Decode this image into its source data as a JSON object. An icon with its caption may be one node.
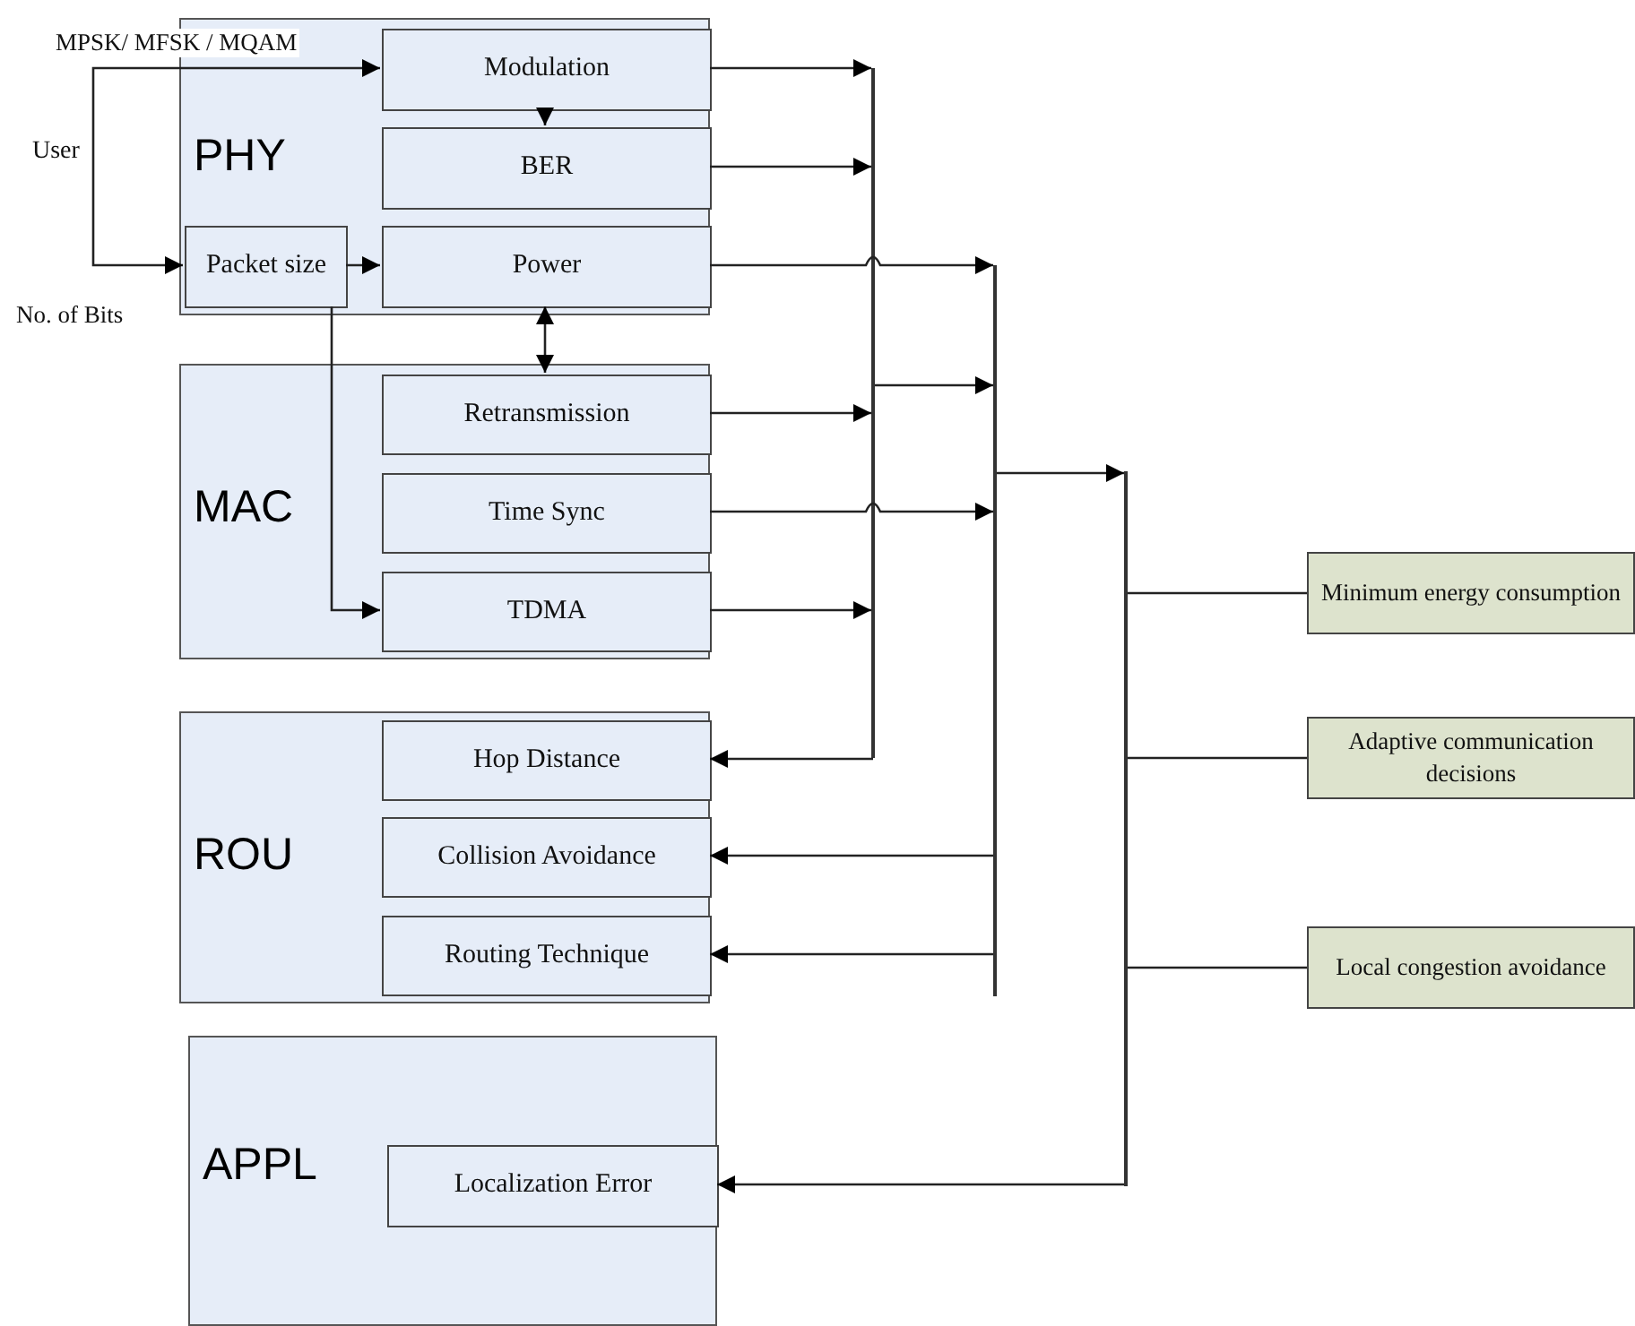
{
  "diagram": {
    "nodes": [
      {
        "text": [
          "PHY"
        ]
      },
      {
        "text": [
          "Modulation"
        ],
        "in": 0
      },
      {
        "text": [
          "BER"
        ],
        "in": 0
      },
      {
        "text": [
          "Packet size"
        ],
        "in": 0
      },
      {
        "text": [
          "Power"
        ],
        "in": 0
      },
      {
        "text": [
          "MAC"
        ]
      },
      {
        "text": [
          "Retransmission"
        ],
        "in": 5
      },
      {
        "text": [
          "Time Sync"
        ],
        "in": 5
      },
      {
        "text": [
          "TDMA"
        ],
        "in": 5
      },
      {
        "text": [
          "ROU"
        ]
      },
      {
        "text": [
          "Hop Distance"
        ],
        "in": 9
      },
      {
        "text": [
          "Collision Avoidance"
        ],
        "in": 9
      },
      {
        "text": [
          "Routing Technique"
        ],
        "in": 9
      },
      {
        "text": [
          "APPL"
        ]
      },
      {
        "text": [
          "Localization Error"
        ],
        "in": 13
      },
      {
        "text": [
          "Minimum energy consumption"
        ]
      },
      {
        "text": [
          "Adaptive communication decisions"
        ]
      },
      {
        "text": [
          "Local congestion avoidance"
        ]
      },
      {
        "text": [
          "User"
        ]
      },
      {
        "text": [],
        "shape": "bar"
      },
      {
        "text": [],
        "shape": "bar"
      },
      {
        "text": [],
        "shape": "bar"
      }
    ],
    "edges": [
      {
        "from": 18,
        "to": 1,
        "arrow": "to",
        "label": "MPSK/ MFSK / MQAM"
      },
      {
        "from": 18,
        "to": 3,
        "arrow": "to",
        "label": "No. of Bits"
      },
      {
        "from": 1,
        "to": 2,
        "arrow": "to"
      },
      {
        "from": 3,
        "to": 4,
        "arrow": "to"
      },
      {
        "from": 4,
        "to": 6,
        "arrow": "both"
      },
      {
        "from": 3,
        "to": 8,
        "arrow": "to"
      },
      {
        "from": 1,
        "to": 19,
        "arrow": "to"
      },
      {
        "from": 2,
        "to": 19,
        "arrow": "to"
      },
      {
        "from": 6,
        "to": 19,
        "arrow": "to"
      },
      {
        "from": 8,
        "to": 19,
        "arrow": "to"
      },
      {
        "from": 19,
        "to": 10,
        "arrow": "to"
      },
      {
        "from": 19,
        "to": 20,
        "arrow": "to"
      },
      {
        "from": 4,
        "to": 20,
        "arrow": "to"
      },
      {
        "from": 7,
        "to": 20,
        "arrow": "to"
      },
      {
        "from": 20,
        "to": 11,
        "arrow": "to"
      },
      {
        "from": 20,
        "to": 12,
        "arrow": "to"
      },
      {
        "from": 20,
        "to": 21,
        "arrow": "to"
      },
      {
        "from": 21,
        "to": 15,
        "arrow": "none"
      },
      {
        "from": 21,
        "to": 16,
        "arrow": "none"
      },
      {
        "from": 21,
        "to": 17,
        "arrow": "none"
      },
      {
        "from": 21,
        "to": 14,
        "arrow": "to"
      }
    ]
  }
}
